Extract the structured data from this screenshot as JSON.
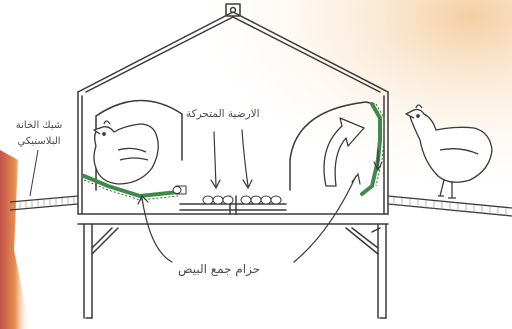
{
  "labels": {
    "moving_floor": "الارضية المتحركة",
    "egg_collection_belt": "حزام جمع البيض",
    "plastic_mesh_line1": "شبك الخانة",
    "plastic_mesh_line2": "البلاستيكي"
  },
  "colors": {
    "line": "#3a3a3a",
    "green_belt": "#3f8a4a",
    "orange_edge": "#e07a2e",
    "red_edge": "#b8322a",
    "warm_glow": "#f6d7b0",
    "text": "#4a4a4a"
  },
  "elements": [
    "hen-left-inside",
    "hen-right-outside",
    "eggs-left-tray",
    "eggs-right-tray",
    "curved-arrow-right",
    "hook-left-top"
  ]
}
